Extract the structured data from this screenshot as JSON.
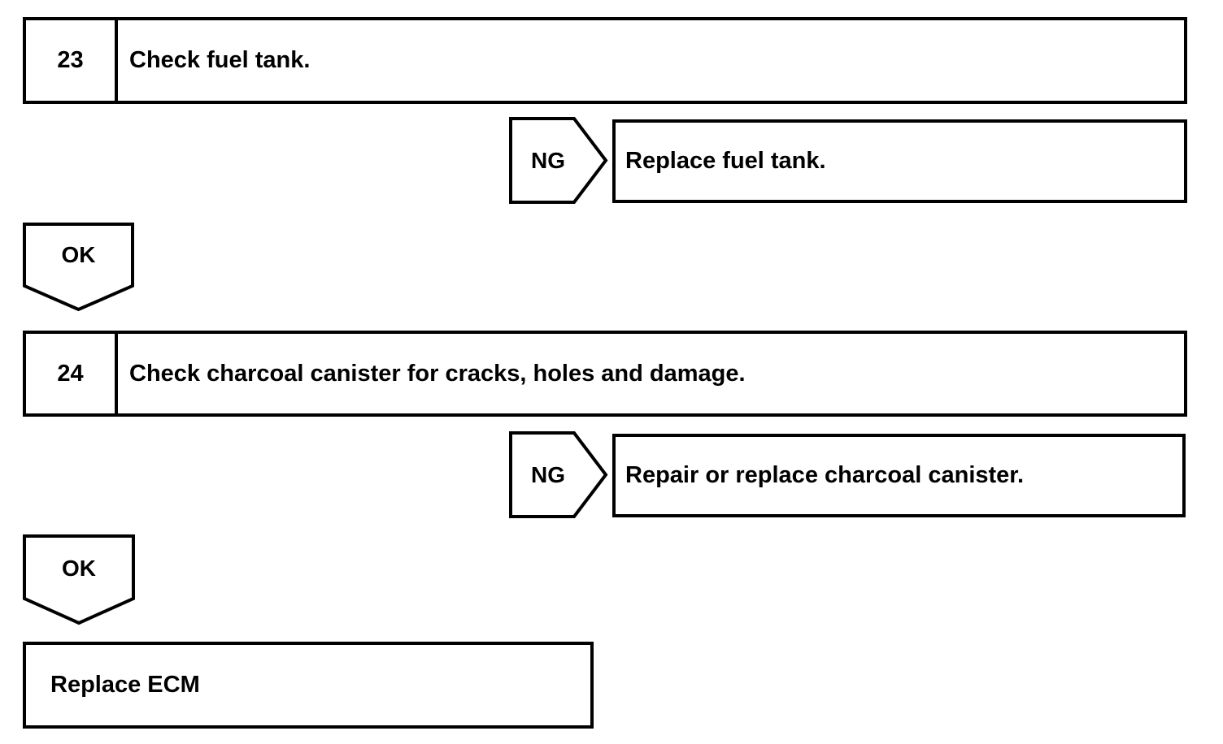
{
  "diagram": {
    "type": "troubleshooting-flowchart",
    "title": "",
    "steps": [
      {
        "id": "step-23",
        "number": "23",
        "instruction": "Check fuel tank.",
        "ng": {
          "label": "NG",
          "action": "Replace fuel tank."
        },
        "ok": {
          "label": "OK"
        }
      },
      {
        "id": "step-24",
        "number": "24",
        "instruction": "Check charcoal canister for cracks, holes and damage.",
        "ng": {
          "label": "NG",
          "action": "Repair or replace charcoal canister."
        },
        "ok": {
          "label": "OK"
        }
      }
    ],
    "final": {
      "id": "final-action",
      "text": "Replace ECM"
    },
    "colors": {
      "stroke": "#000000",
      "fill": "#FFFFFF",
      "text": "#000000"
    }
  }
}
